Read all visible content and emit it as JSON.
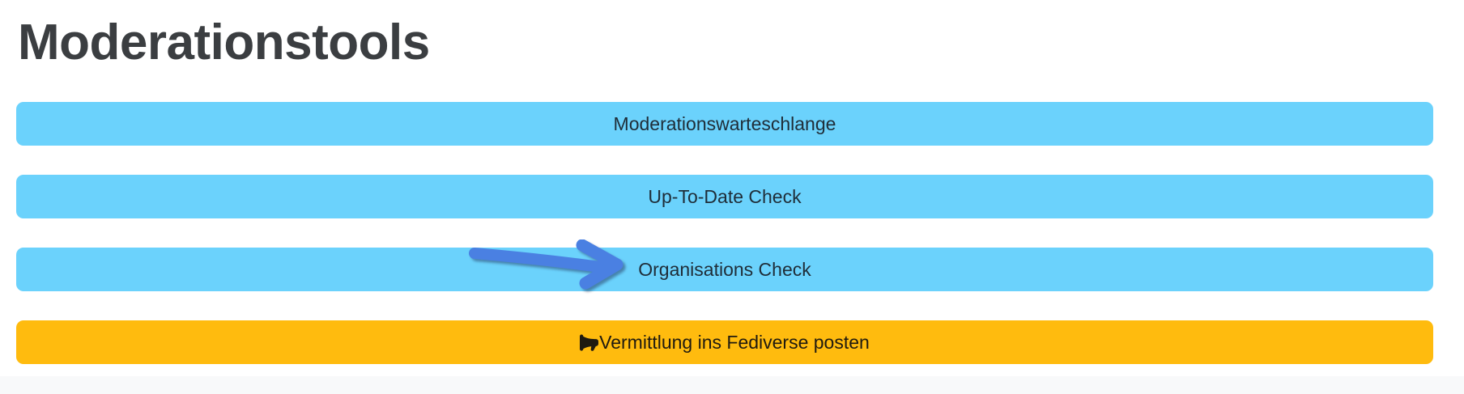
{
  "page": {
    "title": "Moderationstools"
  },
  "buttons": [
    {
      "label": "Moderationswarteschlange",
      "style": "info"
    },
    {
      "label": "Up-To-Date Check",
      "style": "info"
    },
    {
      "label": "Organisations Check",
      "style": "info",
      "annotation": "blue-arrow-pointing-at-button"
    },
    {
      "label": "Vermittlung ins Fediverse posten",
      "style": "warning",
      "icon": "megaphone-icon"
    }
  ],
  "colors": {
    "button_info_bg": "#6bd2fc",
    "button_info_text": "#1f2d38",
    "button_warning_bg": "#ffbb0e",
    "button_warning_text": "#1f1a10",
    "title_text": "#3b3e41",
    "annotation_arrow": "#4a80e2",
    "footer_bg": "#f8f9fa",
    "page_bg": "#ffffff"
  }
}
